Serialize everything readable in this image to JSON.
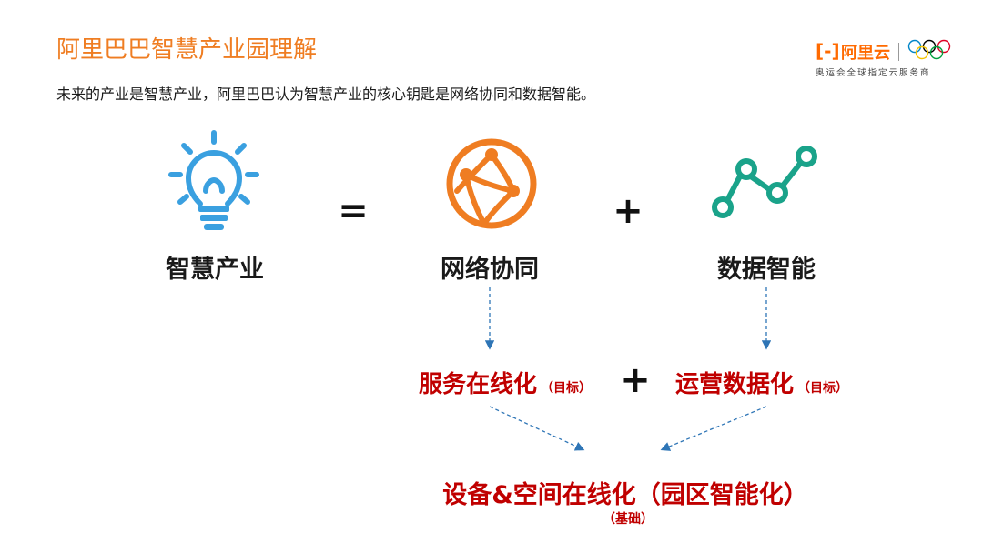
{
  "header": {
    "title": "阿里巴巴智慧产业园理解",
    "subtitle": "未来的产业是智慧产业，阿里巴巴认为智慧产业的核心钥匙是网络协同和数据智能。"
  },
  "logo": {
    "mark": "[-]",
    "brand": "阿里云",
    "tagline": "奥运会全球指定云服务商",
    "colors": {
      "brand": "#ff6a00"
    }
  },
  "equation": {
    "equals": "=",
    "plus": "+",
    "items": [
      {
        "label": "智慧产业",
        "icon": "lightbulb-icon",
        "color": "#3aa0e0"
      },
      {
        "label": "网络协同",
        "icon": "globe-network-icon",
        "color": "#ef7d22"
      },
      {
        "label": "数据智能",
        "icon": "line-chart-icon",
        "color": "#1aa38a"
      }
    ]
  },
  "derived": {
    "plus": "+",
    "service": {
      "label": "服务在线化",
      "note": "（目标）"
    },
    "operation": {
      "label": "运营数据化",
      "note": "（目标）"
    },
    "foundation": {
      "label": "设备&空间在线化（园区智能化）",
      "note": "（基础）"
    }
  },
  "colors": {
    "title": "#ef7d22",
    "emphasis": "#c00000",
    "arrow": "#2e75b6"
  }
}
